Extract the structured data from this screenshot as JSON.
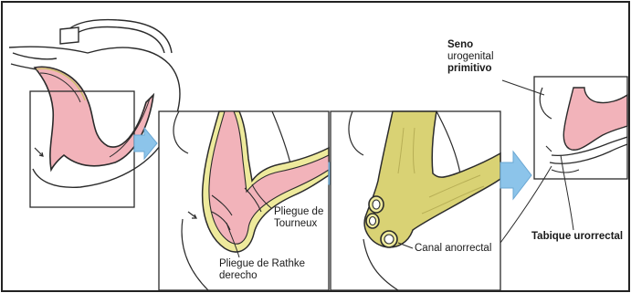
{
  "labels": {
    "pliegue_tourneux": [
      "Pliegue de",
      "Tourneux"
    ],
    "pliegue_rathke": [
      "Pliegue de Rathke",
      "derecho"
    ],
    "canal_anorrectal": "Canal anorrectal",
    "seno": [
      "Seno",
      "urogenital",
      "primitivo"
    ],
    "tabique": "Tabique urorrectal"
  },
  "colors": {
    "endoderm_pink": "#f2b3ba",
    "mucosa_yellow": "#eeea9c",
    "rectum_yellow": "#d9d274",
    "arrow_blue": "#8cc4ea",
    "outline": "#2b2b2b"
  }
}
